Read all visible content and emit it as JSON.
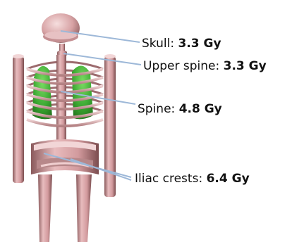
{
  "colors": {
    "bone": "#d8a6a8",
    "bone_dark": "#8a5a5c",
    "bone_light": "#f2d6d7",
    "lung": "#3aa631",
    "lung_dark": "#1f6e1a",
    "leader": "#9db8d8"
  },
  "labels": [
    {
      "name": "Skull",
      "separator": ":",
      "value": "3.3 Gy"
    },
    {
      "name": "Upper spine",
      "separator": ":",
      "value": "3.3 Gy"
    },
    {
      "name": "Spine",
      "separator": ":",
      "value": "4.8 Gy"
    },
    {
      "name": "Iliac crests",
      "separator": ":",
      "value": "6.4 Gy"
    }
  ]
}
